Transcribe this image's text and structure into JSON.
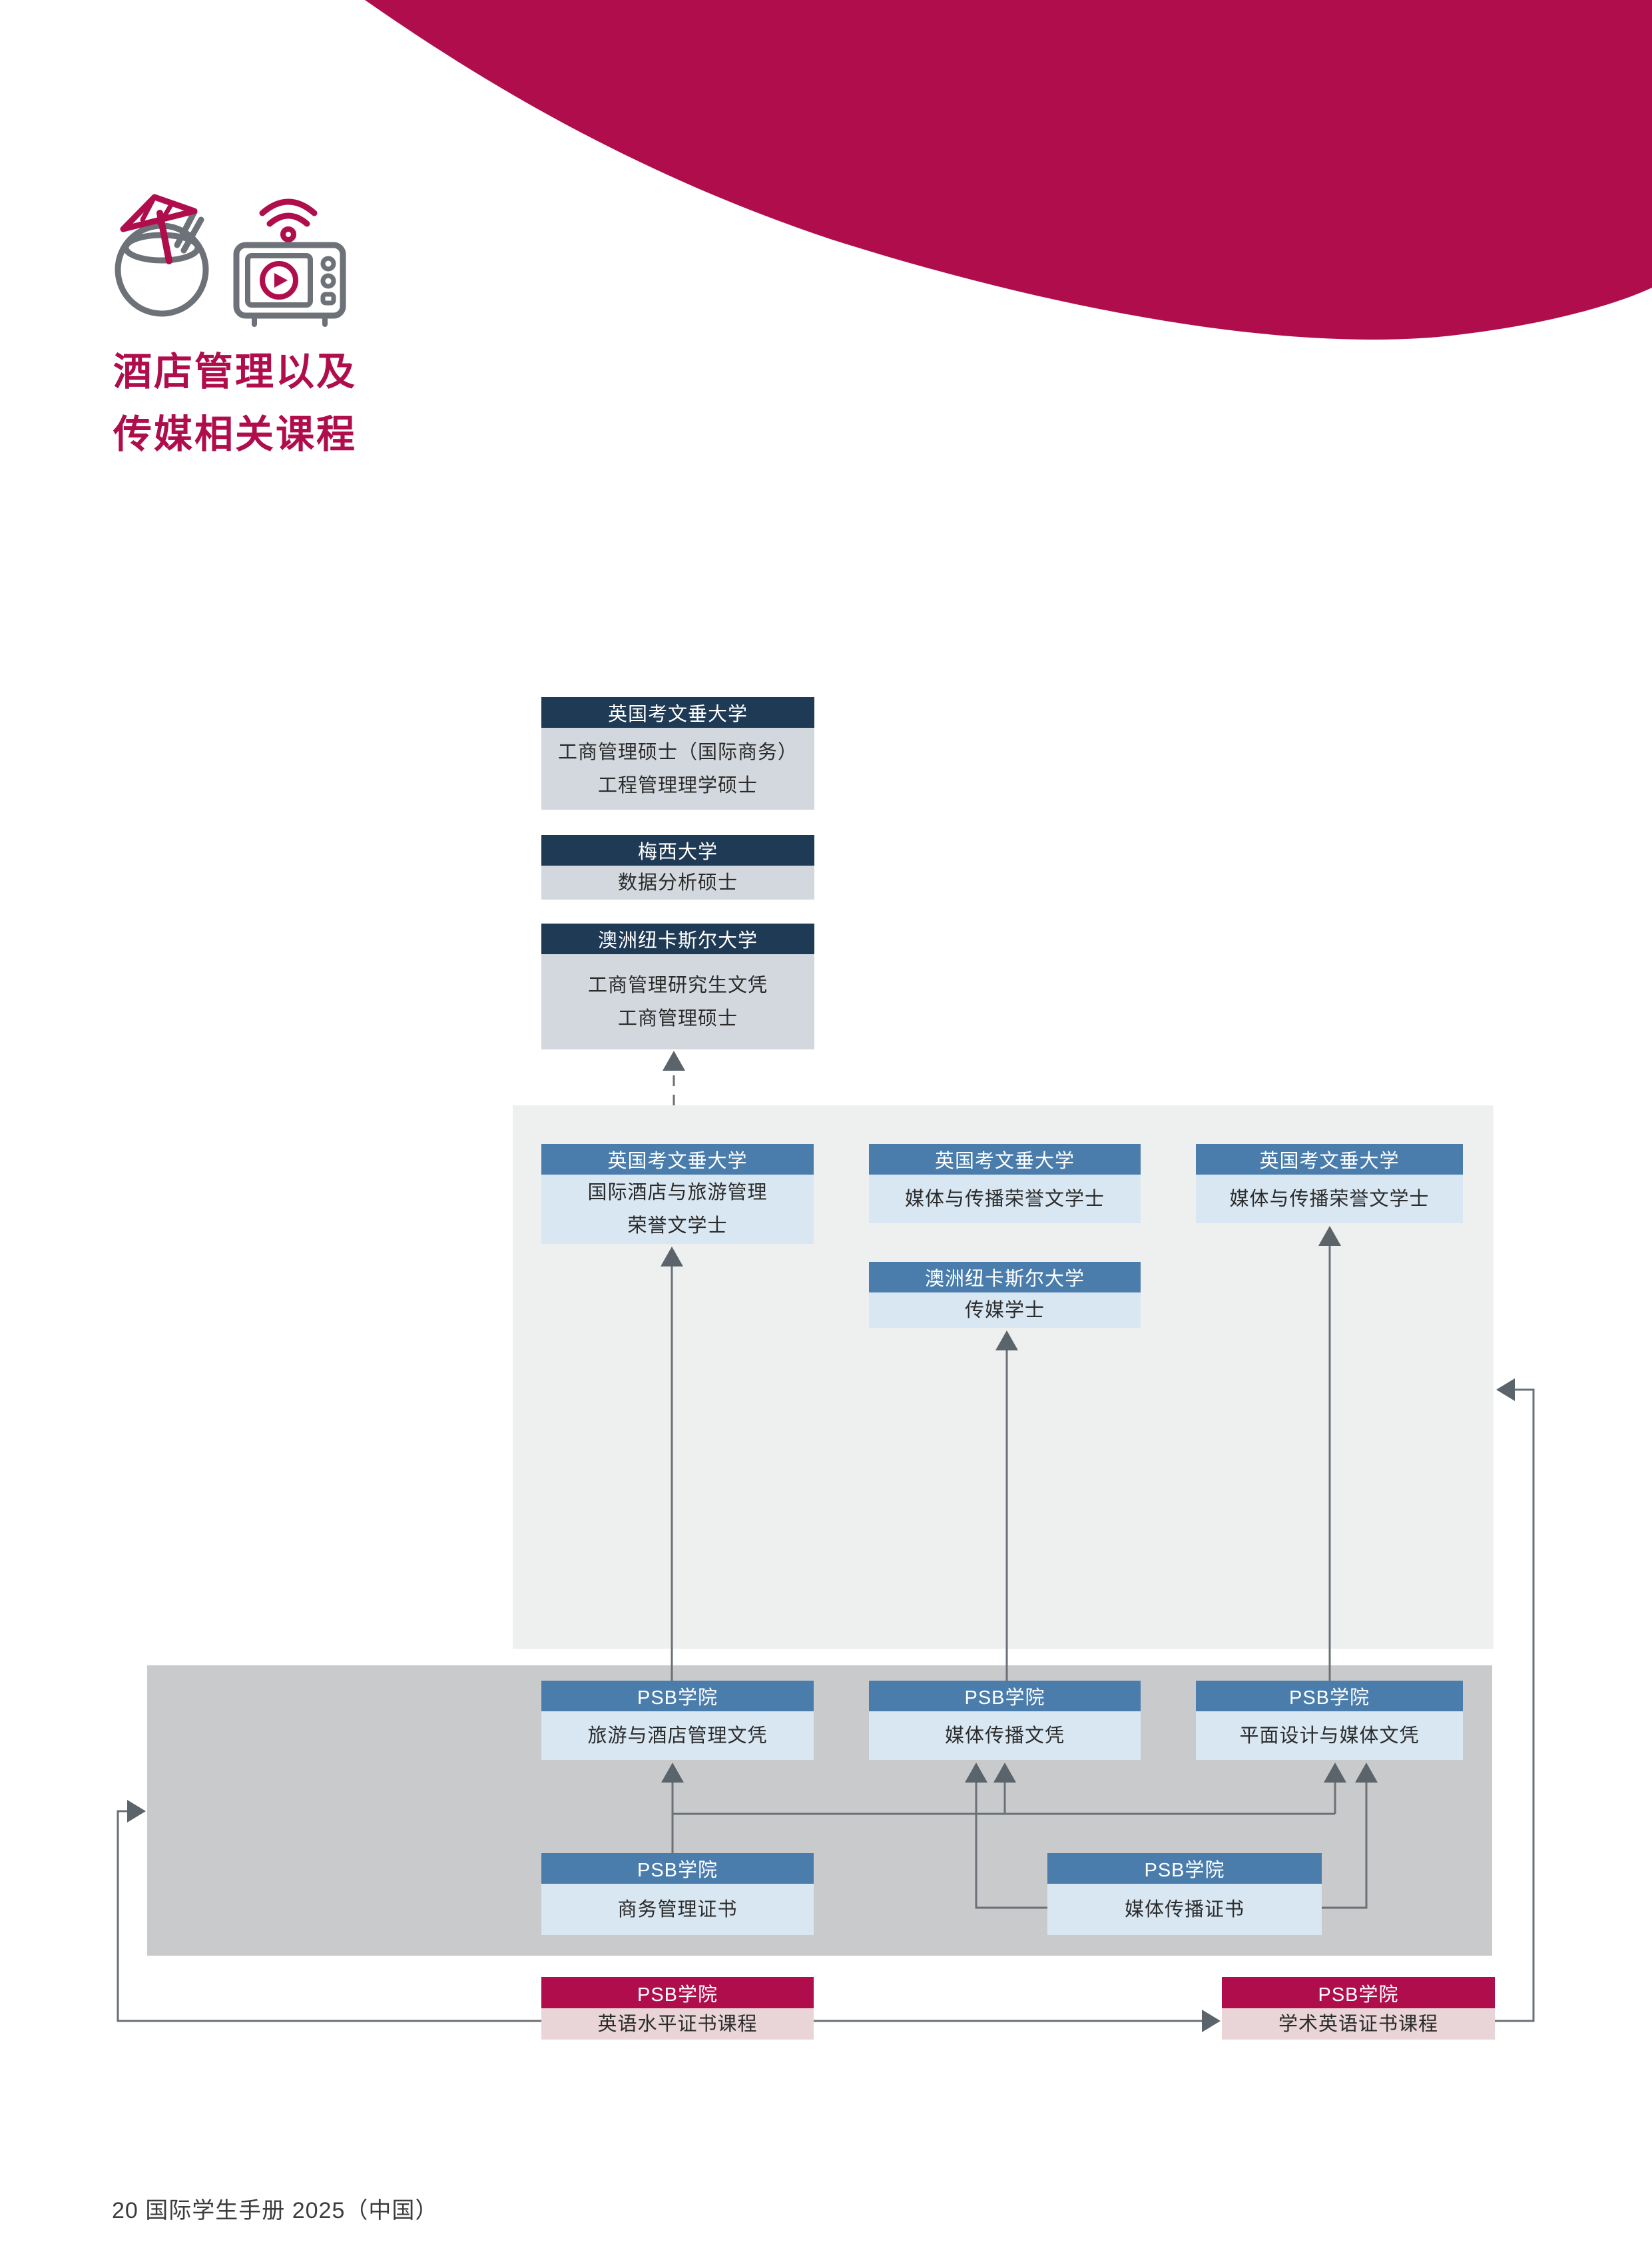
{
  "page": {
    "title_lines": [
      "酒店管理以及",
      "传媒相关课程"
    ],
    "footer": "20 国际学生手册 2025（中国）",
    "colors": {
      "crimson": "#b00d4c",
      "navy_header": "#1f3a55",
      "blue_header": "#4a7dac",
      "body_gray_blue": "#d3d8de",
      "body_light_blue": "#d9e7f2",
      "body_pink": "#e9d5d8",
      "light_panel": "#eef0f0",
      "dark_panel": "#c9cacc",
      "connector_line": "#6a7076"
    },
    "icons": [
      {
        "name": "coconut-drink-icon"
      },
      {
        "name": "tv-media-icon"
      }
    ]
  },
  "flow": {
    "masters": [
      {
        "header": "英国考文垂大学",
        "lines": [
          "工商管理硕士（国际商务）",
          "工程管理理学硕士"
        ]
      },
      {
        "header": "梅西大学",
        "lines": [
          "数据分析硕士"
        ]
      },
      {
        "header": "澳洲纽卡斯尔大学",
        "lines": [
          "工商管理研究生文凭",
          "工商管理硕士"
        ]
      }
    ],
    "bachelors": [
      {
        "header": "英国考文垂大学",
        "lines": [
          "国际酒店与旅游管理",
          "荣誉文学士"
        ]
      },
      {
        "header": "英国考文垂大学",
        "lines": [
          "媒体与传播荣誉文学士"
        ]
      },
      {
        "header": "英国考文垂大学",
        "lines": [
          "媒体与传播荣誉文学士"
        ]
      },
      {
        "header": "澳洲纽卡斯尔大学",
        "lines": [
          "传媒学士"
        ]
      }
    ],
    "diplomas": [
      {
        "header": "PSB学院",
        "lines": [
          "旅游与酒店管理文凭"
        ]
      },
      {
        "header": "PSB学院",
        "lines": [
          "媒体传播文凭"
        ]
      },
      {
        "header": "PSB学院",
        "lines": [
          "平面设计与媒体文凭"
        ]
      }
    ],
    "certificates": [
      {
        "header": "PSB学院",
        "lines": [
          "商务管理证书"
        ]
      },
      {
        "header": "PSB学院",
        "lines": [
          "媒体传播证书"
        ]
      }
    ],
    "english": [
      {
        "header": "PSB学院",
        "lines": [
          "英语水平证书课程"
        ]
      },
      {
        "header": "PSB学院",
        "lines": [
          "学术英语证书课程"
        ]
      }
    ]
  }
}
